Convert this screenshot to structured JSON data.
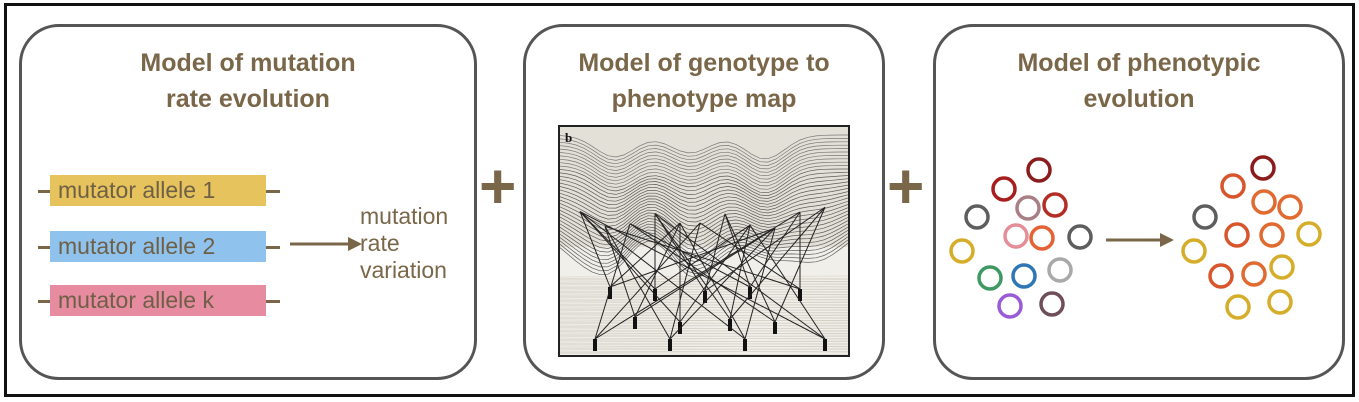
{
  "panels": {
    "mutation_rate": {
      "title_line1": "Model of mutation",
      "title_line2": "rate evolution",
      "alleles": [
        {
          "label": "mutator allele 1",
          "color": "#e6c35c"
        },
        {
          "label": "mutator allele 2",
          "color": "#8fc3ee"
        },
        {
          "label": "mutator allele k",
          "color": "#e78ba0"
        }
      ],
      "outcome_line1": "mutation",
      "outcome_line2": "rate",
      "outcome_line3": "variation"
    },
    "genotype_phenotype": {
      "title_line1": "Model of genotype to",
      "title_line2": "phenotype map",
      "figure_letter": "b"
    },
    "phenotypic": {
      "title_line1": "Model of phenotypic",
      "title_line2": "evolution",
      "before_colors": [
        "#8b1c1c",
        "#a81e1e",
        "#a97f86",
        "#b42e25",
        "#5e5e5e",
        "#e38f99",
        "#e56235",
        "#5e5e5e",
        "#d6ad28",
        "#3e9a62",
        "#2f76b5",
        "#a9a9a9",
        "#9a5bd8",
        "#6e4e58"
      ],
      "after_colors": [
        "#8b1c1c",
        "#d8552c",
        "#e06a30",
        "#e06a30",
        "#5e5e5e",
        "#d9552c",
        "#e06a30",
        "#d6ad28",
        "#d6ad28",
        "#d9552c",
        "#e06a30",
        "#d6ad28",
        "#d6ad28",
        "#d6ad28"
      ]
    }
  },
  "plus_sign": "+",
  "colors": {
    "title_text": "#7a6749",
    "panel_border": "#555555",
    "arrow": "#7a6749"
  }
}
